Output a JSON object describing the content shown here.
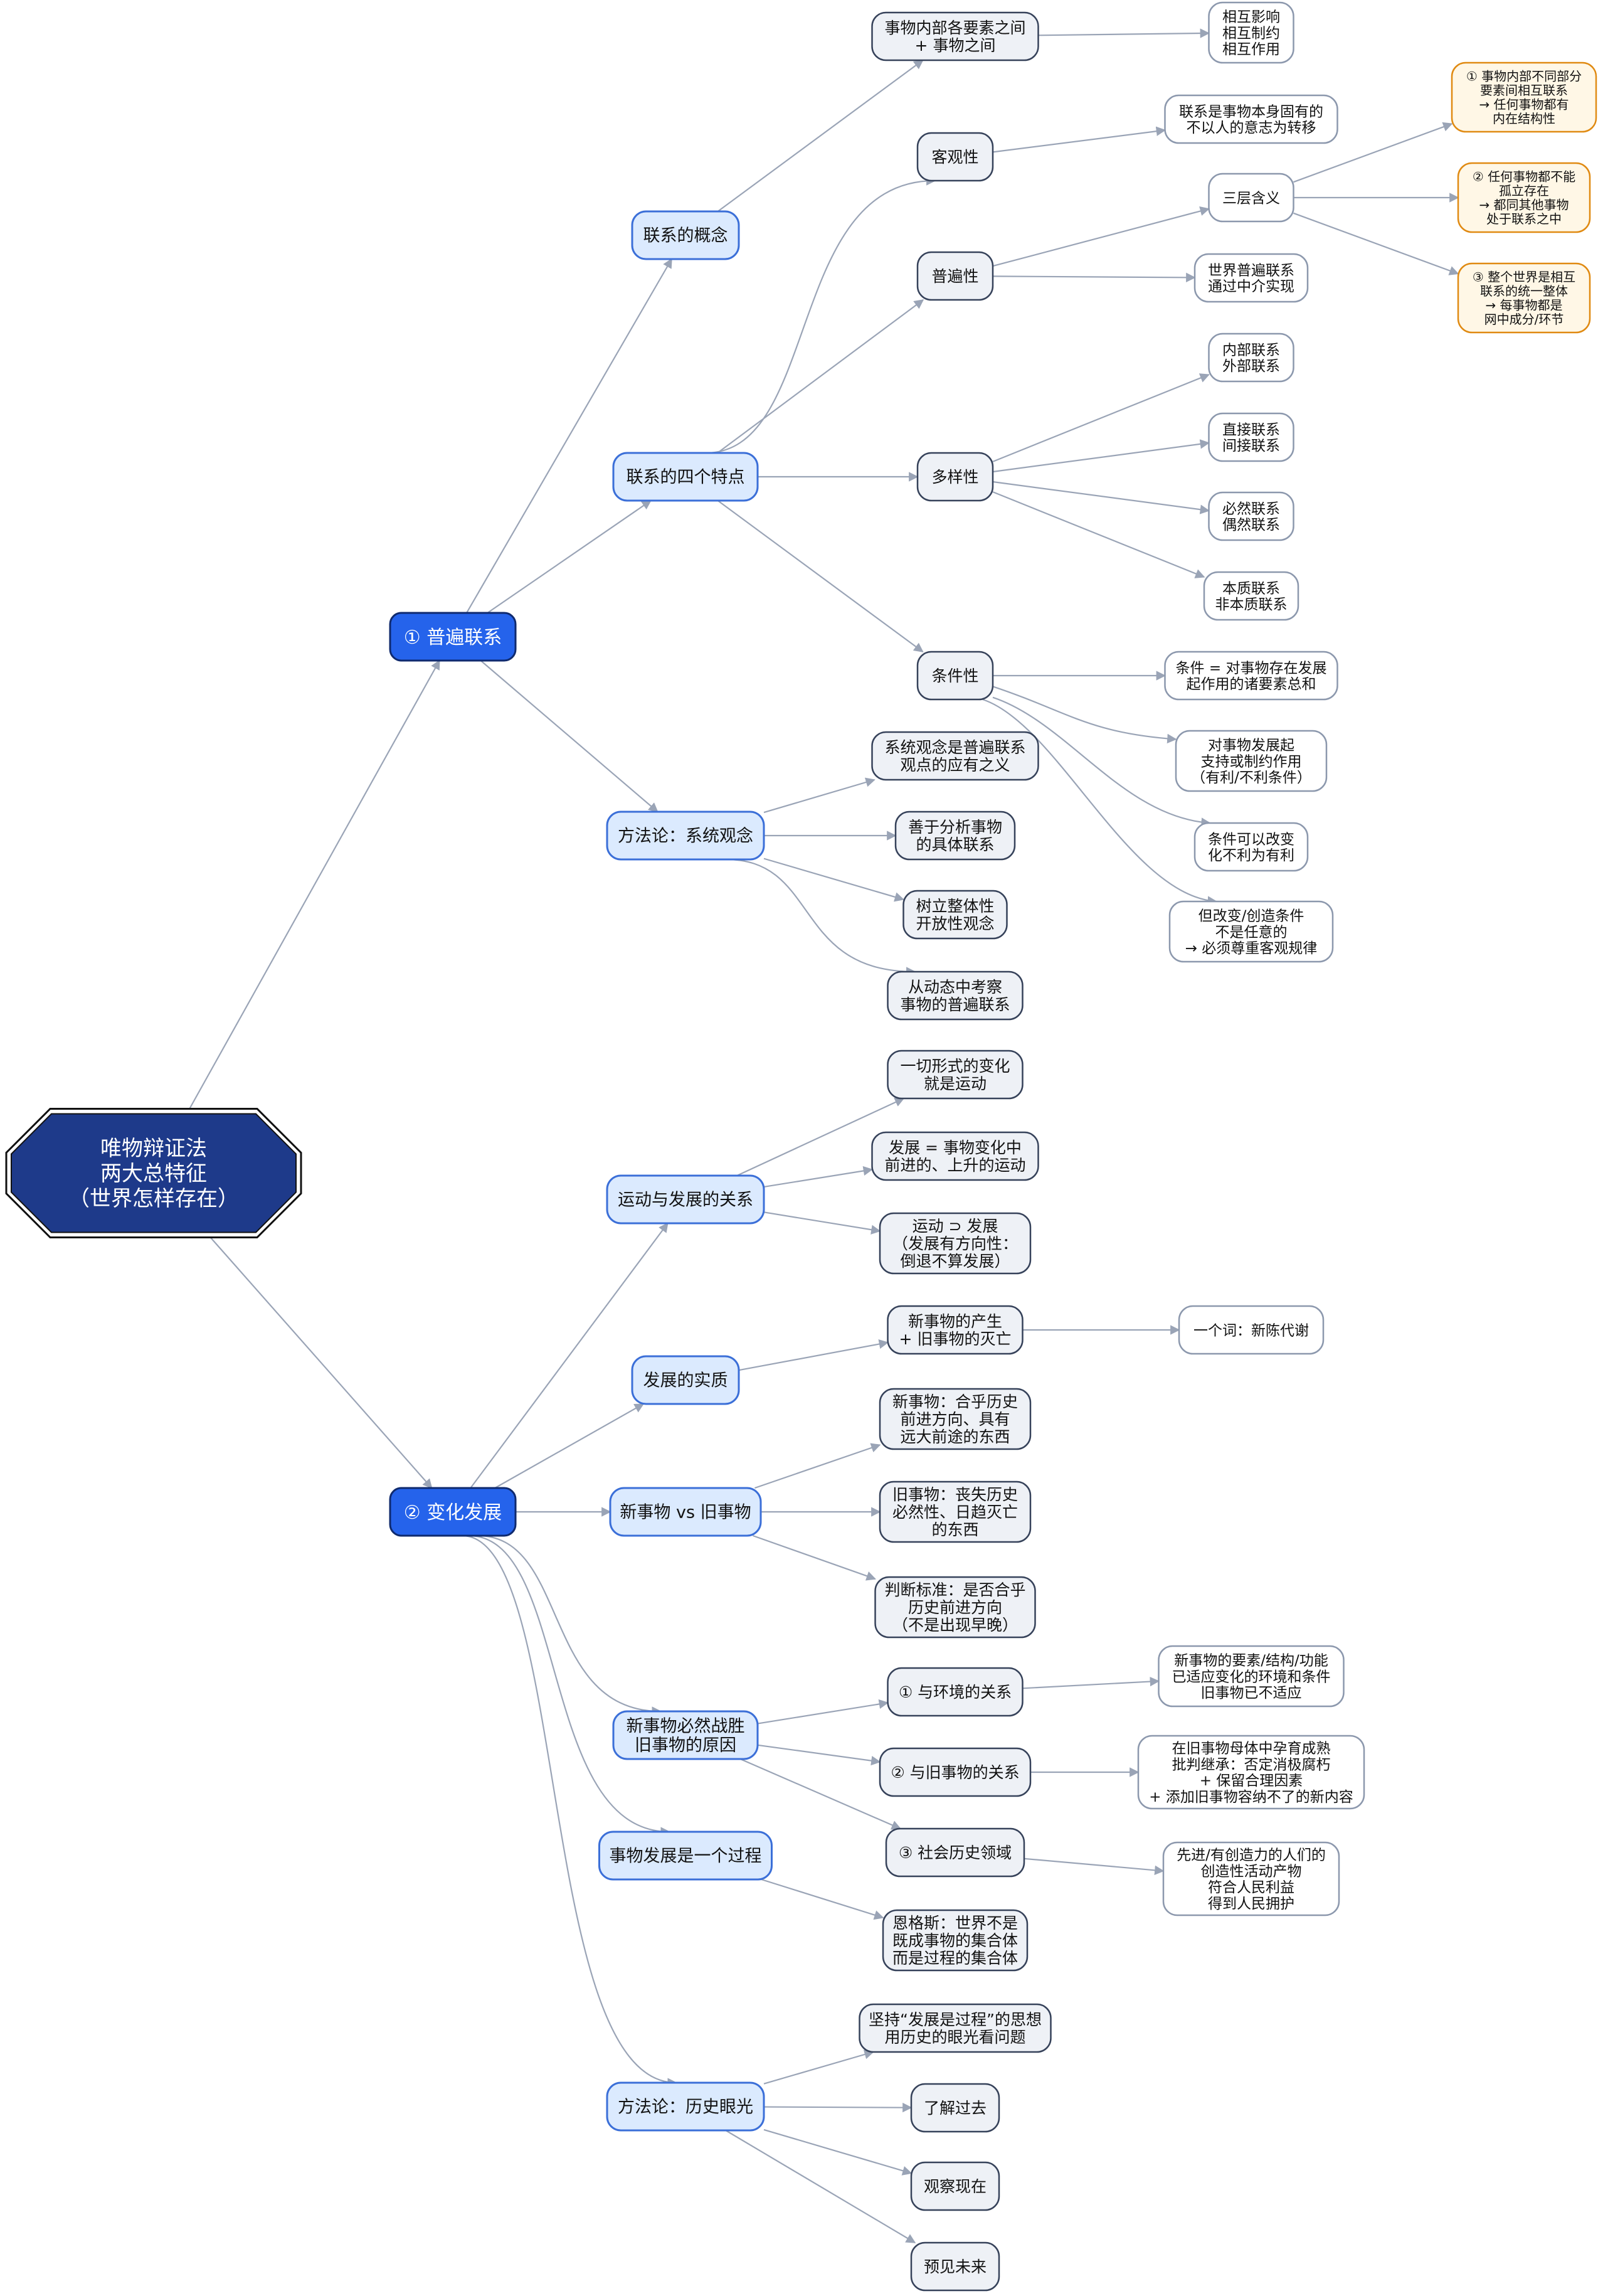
{
  "colors": {
    "edge": "#9aa4b6",
    "root_fill": "#1e3a8a",
    "root_text": "#ffffff",
    "l1_fill": "#2563eb",
    "l1_stroke": "#0f2a6e",
    "l1_text": "#ffffff",
    "l2_fill": "#dbeafe",
    "l2_stroke": "#3b6fd8",
    "l3_fill": "#eef1f6",
    "l3_stroke": "#36425a",
    "leaf_fill": "#ffffff",
    "leaf_stroke": "#8c98ad",
    "hl_fill": "#fff7e6",
    "hl_stroke": "#e08a12",
    "text": "#111111"
  },
  "diagram": {
    "root": {
      "id": "root",
      "lines": [
        "唯物辩证法",
        "两大总特征",
        "（世界怎样存在）"
      ]
    },
    "nodes": [
      {
        "id": "pu",
        "level": "l1",
        "lines": [
          "① 普遍联系"
        ]
      },
      {
        "id": "bh",
        "level": "l1",
        "lines": [
          "② 变化发展"
        ]
      },
      {
        "id": "lxgn",
        "level": "l2",
        "lines": [
          "联系的概念"
        ]
      },
      {
        "id": "sgtd",
        "level": "l2",
        "lines": [
          "联系的四个特点"
        ]
      },
      {
        "id": "xtgn",
        "level": "l2",
        "lines": [
          "方法论：系统观念"
        ]
      },
      {
        "id": "ywnb",
        "level": "l3",
        "lines": [
          "事物内部各要素之间",
          "+ 事物之间"
        ]
      },
      {
        "id": "xhyx",
        "level": "leaf",
        "lines": [
          "相互影响",
          "相互制约",
          "相互作用"
        ]
      },
      {
        "id": "kgx",
        "level": "l3",
        "lines": [
          "客观性"
        ]
      },
      {
        "id": "kgx1",
        "level": "leaf",
        "lines": [
          "联系是事物本身固有的",
          "不以人的意志为转移"
        ]
      },
      {
        "id": "pbx",
        "level": "l3",
        "lines": [
          "普遍性"
        ]
      },
      {
        "id": "scyy",
        "level": "leaf",
        "lines": [
          "三层含义"
        ]
      },
      {
        "id": "hy1",
        "level": "hl",
        "lines": [
          "① 事物内部不同部分",
          "要素间相互联系",
          "→ 任何事物都有",
          "内在结构性"
        ]
      },
      {
        "id": "hy2",
        "level": "hl",
        "lines": [
          "② 任何事物都不能",
          "孤立存在",
          "→ 都同其他事物",
          "处于联系之中"
        ]
      },
      {
        "id": "hy3",
        "level": "hl",
        "lines": [
          "③ 整个世界是相互",
          "联系的统一整体",
          "→ 每事物都是",
          "网中成分/环节"
        ]
      },
      {
        "id": "sjpb",
        "level": "leaf",
        "lines": [
          "世界普遍联系",
          "通过中介实现"
        ]
      },
      {
        "id": "dyx",
        "level": "l3",
        "lines": [
          "多样性"
        ]
      },
      {
        "id": "dy1",
        "level": "leaf",
        "lines": [
          "内部联系",
          "外部联系"
        ]
      },
      {
        "id": "dy2",
        "level": "leaf",
        "lines": [
          "直接联系",
          "间接联系"
        ]
      },
      {
        "id": "dy3",
        "level": "leaf",
        "lines": [
          "必然联系",
          "偶然联系"
        ]
      },
      {
        "id": "dy4",
        "level": "leaf",
        "lines": [
          "本质联系",
          "非本质联系"
        ]
      },
      {
        "id": "tjx",
        "level": "l3",
        "lines": [
          "条件性"
        ]
      },
      {
        "id": "tj1",
        "level": "leaf",
        "lines": [
          "条件 = 对事物存在发展",
          "起作用的诸要素总和"
        ]
      },
      {
        "id": "tj2",
        "level": "leaf",
        "lines": [
          "对事物发展起",
          "支持或制约作用",
          "（有利/不利条件）"
        ]
      },
      {
        "id": "tj3",
        "level": "leaf",
        "lines": [
          "条件可以改变",
          "化不利为有利"
        ]
      },
      {
        "id": "tj4",
        "level": "leaf",
        "lines": [
          "但改变/创造条件",
          "不是任意的",
          "→ 必须尊重客观规律"
        ]
      },
      {
        "id": "xt1",
        "level": "l3",
        "lines": [
          "系统观念是普遍联系",
          "观点的应有之义"
        ]
      },
      {
        "id": "xt2",
        "level": "l3",
        "lines": [
          "善于分析事物",
          "的具体联系"
        ]
      },
      {
        "id": "xt3",
        "level": "l3",
        "lines": [
          "树立整体性",
          "开放性观念"
        ]
      },
      {
        "id": "xt4",
        "level": "l3",
        "lines": [
          "从动态中考察",
          "事物的普遍联系"
        ]
      },
      {
        "id": "ydfz",
        "level": "l2",
        "lines": [
          "运动与发展的关系"
        ]
      },
      {
        "id": "yd1",
        "level": "l3",
        "lines": [
          "一切形式的变化",
          "就是运动"
        ]
      },
      {
        "id": "yd2",
        "level": "l3",
        "lines": [
          "发展 = 事物变化中",
          "前进的、上升的运动"
        ]
      },
      {
        "id": "yd3",
        "level": "l3",
        "lines": [
          "运动 ⊃ 发展",
          "（发展有方向性：",
          "倒退不算发展）"
        ]
      },
      {
        "id": "fzsz",
        "level": "l2",
        "lines": [
          "发展的实质"
        ]
      },
      {
        "id": "sz1",
        "level": "l3",
        "lines": [
          "新事物的产生",
          "+ 旧事物的灭亡"
        ]
      },
      {
        "id": "sz2",
        "level": "leaf",
        "lines": [
          "一个词：新陈代谢"
        ]
      },
      {
        "id": "xvj",
        "level": "l2",
        "lines": [
          "新事物 vs 旧事物"
        ]
      },
      {
        "id": "xj1",
        "level": "l3",
        "lines": [
          "新事物：合乎历史",
          "前进方向、具有",
          "远大前途的东西"
        ]
      },
      {
        "id": "xj2",
        "level": "l3",
        "lines": [
          "旧事物：丧失历史",
          "必然性、日趋灭亡",
          "的东西"
        ]
      },
      {
        "id": "xj3",
        "level": "l3",
        "lines": [
          "判断标准：是否合乎",
          "历史前进方向",
          "（不是出现早晚）"
        ]
      },
      {
        "id": "bs",
        "level": "l2",
        "lines": [
          "新事物必然战胜",
          "旧事物的原因"
        ]
      },
      {
        "id": "bs1",
        "level": "l3",
        "lines": [
          "① 与环境的关系"
        ]
      },
      {
        "id": "bs1a",
        "level": "leaf",
        "lines": [
          "新事物的要素/结构/功能",
          "已适应变化的环境和条件",
          "旧事物已不适应"
        ]
      },
      {
        "id": "bs2",
        "level": "l3",
        "lines": [
          "② 与旧事物的关系"
        ]
      },
      {
        "id": "bs2a",
        "level": "leaf",
        "lines": [
          "在旧事物母体中孕育成熟",
          "批判继承：否定消极腐朽",
          "+ 保留合理因素",
          "+ 添加旧事物容纳不了的新内容"
        ]
      },
      {
        "id": "bs3",
        "level": "l3",
        "lines": [
          "③ 社会历史领域"
        ]
      },
      {
        "id": "bs3a",
        "level": "leaf",
        "lines": [
          "先进/有创造力的人们的",
          "创造性活动产物",
          "符合人民利益",
          "得到人民拥护"
        ]
      },
      {
        "id": "gc",
        "level": "l2",
        "lines": [
          "事物发展是一个过程"
        ]
      },
      {
        "id": "gc1",
        "level": "l3",
        "lines": [
          "恩格斯：世界不是",
          "既成事物的集合体",
          "而是过程的集合体"
        ]
      },
      {
        "id": "lsyg",
        "level": "l2",
        "lines": [
          "方法论：历史眼光"
        ]
      },
      {
        "id": "ls1",
        "level": "l3",
        "lines": [
          "坚持“发展是过程”的思想",
          "用历史的眼光看问题"
        ]
      },
      {
        "id": "ls2",
        "level": "l3",
        "lines": [
          "了解过去"
        ]
      },
      {
        "id": "ls3",
        "level": "l3",
        "lines": [
          "观察现在"
        ]
      },
      {
        "id": "ls4",
        "level": "l3",
        "lines": [
          "预见未来"
        ]
      }
    ],
    "edges": [
      [
        "root",
        "pu"
      ],
      [
        "root",
        "bh"
      ],
      [
        "pu",
        "lxgn"
      ],
      [
        "pu",
        "sgtd"
      ],
      [
        "pu",
        "xtgn"
      ],
      [
        "lxgn",
        "ywnb"
      ],
      [
        "ywnb",
        "xhyx"
      ],
      [
        "sgtd",
        "kgx"
      ],
      [
        "sgtd",
        "pbx"
      ],
      [
        "sgtd",
        "dyx"
      ],
      [
        "sgtd",
        "tjx"
      ],
      [
        "kgx",
        "kgx1"
      ],
      [
        "pbx",
        "scyy"
      ],
      [
        "pbx",
        "sjpb"
      ],
      [
        "scyy",
        "hy1"
      ],
      [
        "scyy",
        "hy2"
      ],
      [
        "scyy",
        "hy3"
      ],
      [
        "dyx",
        "dy1"
      ],
      [
        "dyx",
        "dy2"
      ],
      [
        "dyx",
        "dy3"
      ],
      [
        "dyx",
        "dy4"
      ],
      [
        "tjx",
        "tj1"
      ],
      [
        "tjx",
        "tj2"
      ],
      [
        "tjx",
        "tj3"
      ],
      [
        "tjx",
        "tj4"
      ],
      [
        "xtgn",
        "xt1"
      ],
      [
        "xtgn",
        "xt2"
      ],
      [
        "xtgn",
        "xt3"
      ],
      [
        "xtgn",
        "xt4"
      ],
      [
        "bh",
        "ydfz"
      ],
      [
        "bh",
        "fzsz"
      ],
      [
        "bh",
        "xvj"
      ],
      [
        "bh",
        "bs"
      ],
      [
        "bh",
        "gc"
      ],
      [
        "bh",
        "lsyg"
      ],
      [
        "ydfz",
        "yd1"
      ],
      [
        "ydfz",
        "yd2"
      ],
      [
        "ydfz",
        "yd3"
      ],
      [
        "fzsz",
        "sz1"
      ],
      [
        "sz1",
        "sz2"
      ],
      [
        "xvj",
        "xj1"
      ],
      [
        "xvj",
        "xj2"
      ],
      [
        "xvj",
        "xj3"
      ],
      [
        "bs",
        "bs1"
      ],
      [
        "bs",
        "bs2"
      ],
      [
        "bs",
        "bs3"
      ],
      [
        "bs1",
        "bs1a"
      ],
      [
        "bs2",
        "bs2a"
      ],
      [
        "bs3",
        "bs3a"
      ],
      [
        "gc",
        "gc1"
      ],
      [
        "lsyg",
        "ls1"
      ],
      [
        "lsyg",
        "ls2"
      ],
      [
        "lsyg",
        "ls3"
      ],
      [
        "lsyg",
        "ls4"
      ]
    ]
  }
}
